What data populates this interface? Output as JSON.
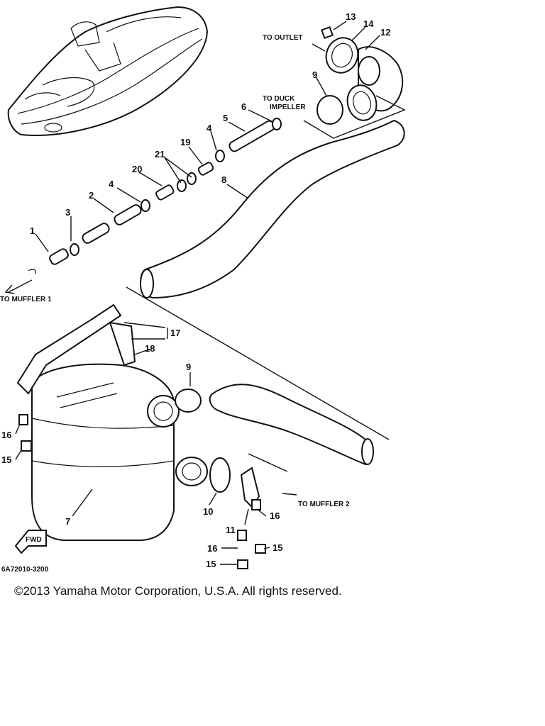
{
  "diagram": {
    "callouts": [
      {
        "id": "c13",
        "text": "13"
      },
      {
        "id": "c14",
        "text": "14"
      },
      {
        "id": "c12",
        "text": "12"
      },
      {
        "id": "c9a",
        "text": "9"
      },
      {
        "id": "c6",
        "text": "6"
      },
      {
        "id": "c5",
        "text": "5"
      },
      {
        "id": "c4a",
        "text": "4"
      },
      {
        "id": "c19",
        "text": "19"
      },
      {
        "id": "c21",
        "text": "21"
      },
      {
        "id": "c20",
        "text": "20"
      },
      {
        "id": "c4b",
        "text": "4"
      },
      {
        "id": "c2",
        "text": "2"
      },
      {
        "id": "c8",
        "text": "8"
      },
      {
        "id": "c3",
        "text": "3"
      },
      {
        "id": "c1",
        "text": "1"
      },
      {
        "id": "c17",
        "text": "17"
      },
      {
        "id": "c18",
        "text": "18"
      },
      {
        "id": "c9b",
        "text": "9"
      },
      {
        "id": "c16a",
        "text": "16"
      },
      {
        "id": "c15a",
        "text": "15"
      },
      {
        "id": "c7",
        "text": "7"
      },
      {
        "id": "c10",
        "text": "10"
      },
      {
        "id": "c11",
        "text": "11"
      },
      {
        "id": "c16b",
        "text": "16"
      },
      {
        "id": "c16c",
        "text": "16"
      },
      {
        "id": "c15b",
        "text": "15"
      },
      {
        "id": "c15c",
        "text": "15"
      }
    ],
    "notes": {
      "to_outlet": "TO OUTLET",
      "to_duck": "TO DUCK",
      "impeller": "IMPELLER",
      "to_muffler_1": "TO MUFFLER 1",
      "to_muffler_2": "TO MUFFLER 2",
      "fwd": "FWD",
      "drawing_code": "6A72010-3200"
    }
  },
  "footer": {
    "copyright": "©2013 Yamaha Motor Corporation, U.S.A. All rights reserved."
  }
}
